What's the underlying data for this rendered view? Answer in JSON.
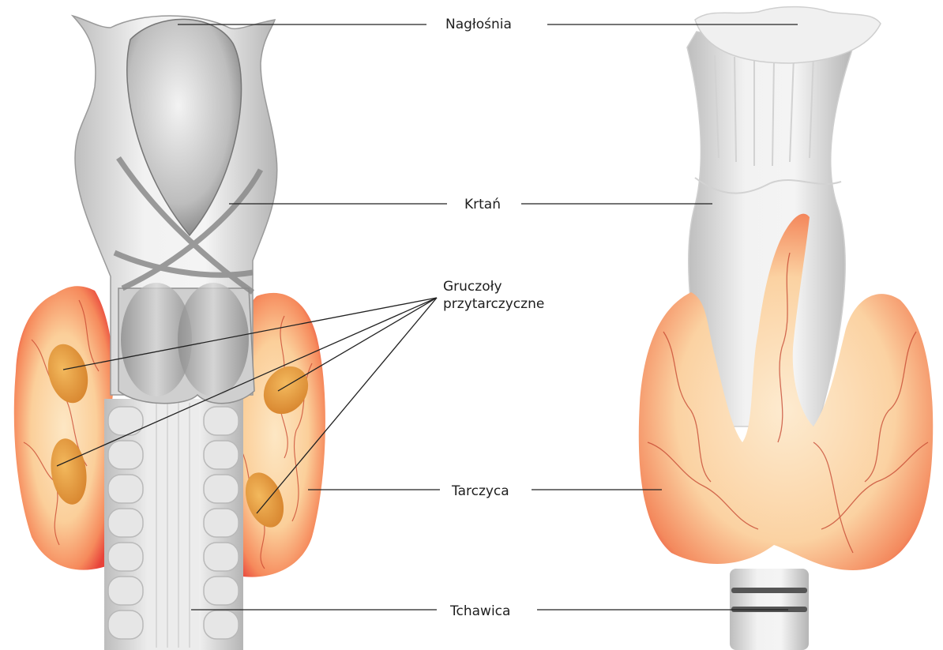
{
  "labels": {
    "epiglottis": "Nagłośnia",
    "larynx": "Krtań",
    "parathyroid_line1": "Gruczoły",
    "parathyroid_line2": "przytarczyczne",
    "thyroid": "Tarczyca",
    "trachea": "Tchawica"
  },
  "colors": {
    "thyroid_outer": "#e8433a",
    "thyroid_inner": "#fbd8a8",
    "parathyroid": "#e59a3c",
    "cartilage": "#e9e9e9",
    "cartilage_shade": "#a9a9a9",
    "leader_line": "#222222"
  }
}
